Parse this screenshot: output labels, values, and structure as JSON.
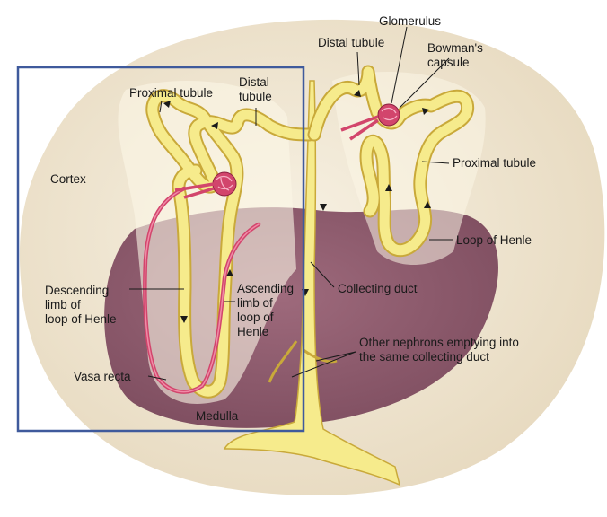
{
  "labels": {
    "glomerulus": "Glomerulus",
    "distal_tubule_right": "Distal tubule",
    "bowmans_capsule": "Bowman's\ncapsule",
    "proximal_tubule_left": "Proximal tubule",
    "distal_tubule_left": "Distal\ntubule",
    "cortex": "Cortex",
    "proximal_tubule_right": "Proximal tubule",
    "loop_of_henle": "Loop of Henle",
    "descending_limb": "Descending\nlimb of\nloop of Henle",
    "ascending_limb": "Ascending\nlimb of\nloop of\nHenle",
    "collecting_duct": "Collecting duct",
    "other_nephrons": "Other nephrons emptying into\nthe same collecting duct",
    "vasa_recta": "Vasa recta",
    "medulla": "Medulla"
  },
  "colors": {
    "cortex": "#eadfc8",
    "medulla": "#8e5a6c",
    "tubule": "#f6eb8c",
    "tubule_edge": "#c9a93a",
    "vessel": "#d2456c",
    "highlight_box": "#3f5a9c"
  }
}
